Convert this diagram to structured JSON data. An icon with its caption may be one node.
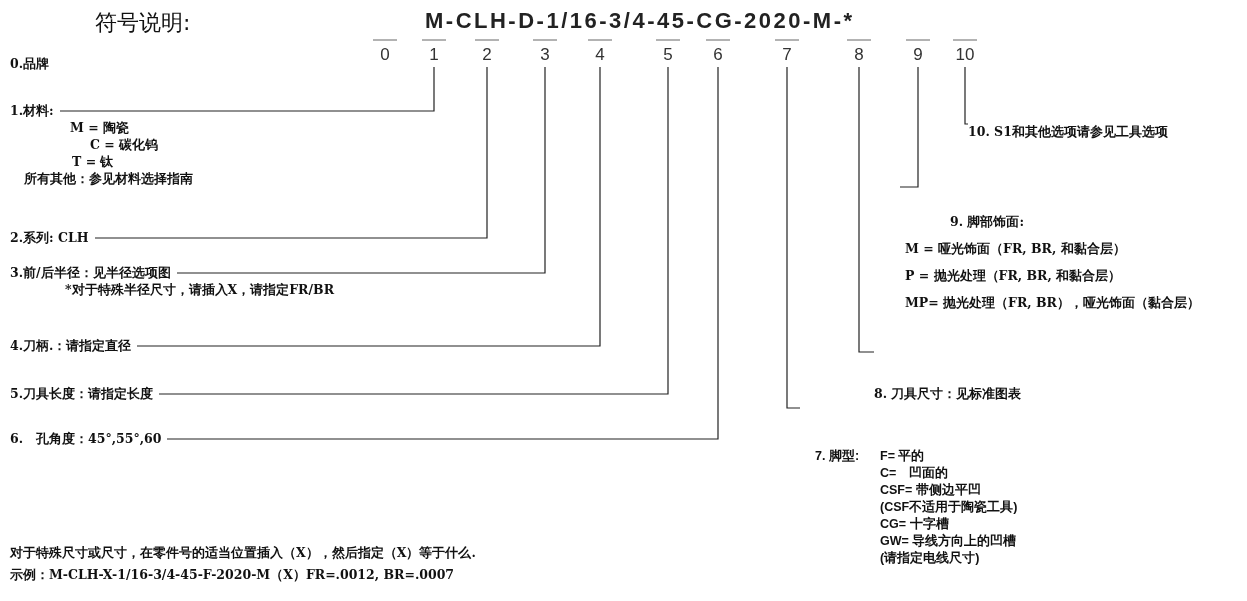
{
  "diagram": {
    "title": "符号说明:",
    "nodes": [
      {
        "text": [
          "0"
        ]
      },
      {
        "text": [
          "1"
        ]
      },
      {
        "text": [
          "2"
        ]
      },
      {
        "text": [
          "3"
        ]
      },
      {
        "text": [
          "4"
        ]
      },
      {
        "text": [
          "5"
        ]
      },
      {
        "text": [
          "6"
        ]
      },
      {
        "text": [
          "7"
        ]
      },
      {
        "text": [
          "8"
        ]
      },
      {
        "text": [
          "9"
        ]
      },
      {
        "text": [
          "10"
        ]
      },
      {
        "text": [
          "0.品牌"
        ]
      },
      {
        "text": [
          "1.材料:",
          "M = 陶瓷",
          "C = 碳化钨",
          "T = 钛",
          "所有其他：参见材料选择指南"
        ]
      },
      {
        "text": [
          "2.系列: CLH"
        ]
      },
      {
        "text": [
          "3.前/后半径：见半径选项图",
          "*对于特殊半径尺寸，请插入X，请指定FR/BR"
        ]
      },
      {
        "text": [
          "4.刀柄.：请指定直径"
        ]
      },
      {
        "text": [
          "5.刀具长度：请指定长度"
        ]
      },
      {
        "text": [
          "6.　孔角度：45°,55°,60"
        ]
      },
      {
        "text": [
          "7. 脚型:",
          "F= 平的",
          "C=　凹面的",
          "CSF= 带侧边平凹",
          "(CSF不适用于陶瓷工具)",
          "CG= 十字槽",
          "GW= 导线方向上的凹槽",
          "(请指定电线尺寸)"
        ]
      },
      {
        "text": [
          "8. 刀具尺寸：见标准图表"
        ]
      },
      {
        "text": [
          "9. 脚部饰面:",
          "M = 哑光饰面（FR, BR, 和黏合层）",
          "P = 抛光处理（FR, BR, 和黏合层）",
          "MP= 抛光处理（FR, BR），哑光饰面（黏合层）"
        ]
      },
      {
        "text": [
          "10. S1和其他选项请参见工具选项"
        ]
      }
    ],
    "edges": [
      {
        "from": 12,
        "to": 1,
        "arrow": "none"
      },
      {
        "from": 13,
        "to": 2,
        "arrow": "none"
      },
      {
        "from": 14,
        "to": 3,
        "arrow": "none"
      },
      {
        "from": 15,
        "to": 4,
        "arrow": "none"
      },
      {
        "from": 16,
        "to": 5,
        "arrow": "none"
      },
      {
        "from": 17,
        "to": 6,
        "arrow": "none"
      },
      {
        "from": 18,
        "to": 7,
        "arrow": "none"
      },
      {
        "from": 19,
        "to": 8,
        "arrow": "none"
      },
      {
        "from": 20,
        "to": 9,
        "arrow": "none"
      },
      {
        "from": 21,
        "to": 10,
        "arrow": "none"
      }
    ],
    "labels": [
      "M-CLH-D-1/16-3/4-45-CG-2020-M-*",
      "对于特殊尺寸或尺寸，在零件号的适当位置插入（X），然后指定（X）等于什么.",
      "示例：M-CLH-X-1/16-3/4-45-F-2020-M（X）FR=.0012, BR=.0007"
    ]
  }
}
